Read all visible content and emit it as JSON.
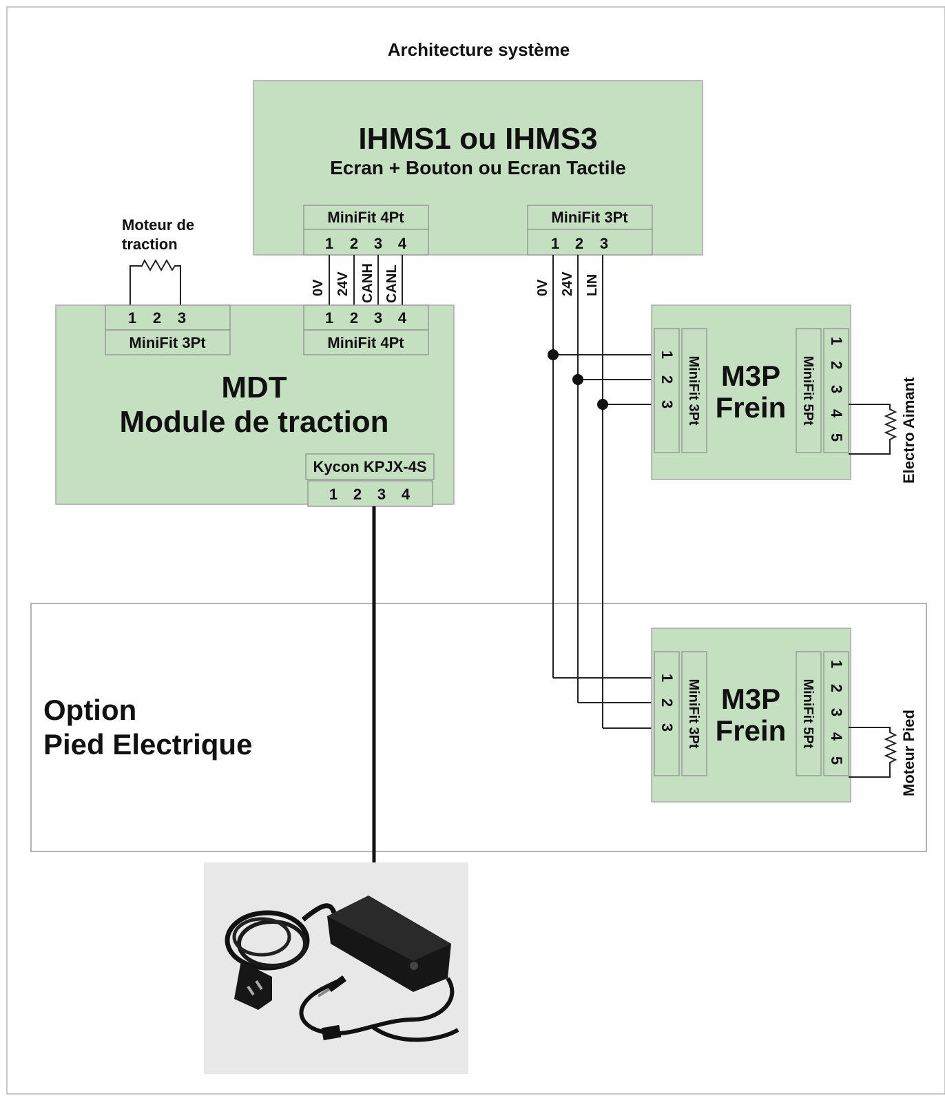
{
  "title": "Architecture système",
  "ihms": {
    "title": "IHMS1 ou IHMS3",
    "subtitle": "Ecran + Bouton ou Ecran Tactile",
    "connector_4pt": {
      "name": "MiniFit 4Pt",
      "pins": [
        "1",
        "2",
        "3",
        "4"
      ],
      "signals": [
        "0V",
        "24V",
        "CANH",
        "CANL"
      ]
    },
    "connector_3pt": {
      "name": "MiniFit 3Pt",
      "pins": [
        "1",
        "2",
        "3"
      ],
      "signals": [
        "0V",
        "24V",
        "LIN"
      ]
    }
  },
  "motor_traction_label": [
    "Moteur de",
    "traction"
  ],
  "mdt": {
    "title": "MDT",
    "subtitle": "Module de traction",
    "connector_3pt": {
      "name": "MiniFit 3Pt",
      "pins": [
        "1",
        "2",
        "3"
      ]
    },
    "connector_4pt": {
      "name": "MiniFit 4Pt",
      "pins": [
        "1",
        "2",
        "3",
        "4"
      ]
    },
    "connector_kycon": {
      "name": "Kycon KPJX-4S",
      "pins": [
        "1",
        "2",
        "3",
        "4"
      ]
    }
  },
  "m3p_brake": {
    "title": "M3P",
    "subtitle": "Frein",
    "left_connector": {
      "name": "MiniFit 3Pt",
      "pins": [
        "1",
        "2",
        "3"
      ]
    },
    "right_connector": {
      "name": "MiniFit 5Pt",
      "pins": [
        "1",
        "2",
        "3",
        "4",
        "5"
      ]
    },
    "load_label": "Electro Aimant"
  },
  "option": {
    "line1": "Option",
    "line2": "Pied Electrique"
  },
  "m3p_foot": {
    "title": "M3P",
    "subtitle": "Frein",
    "left_connector": {
      "name": "MiniFit 3Pt",
      "pins": [
        "1",
        "2",
        "3"
      ]
    },
    "right_connector": {
      "name": "MiniFit 5Pt",
      "pins": [
        "1",
        "2",
        "3",
        "4",
        "5"
      ]
    },
    "load_label": "Moteur Pied"
  },
  "colors": {
    "module_fill": "#c5e0c1",
    "border": "#a9a9a9",
    "wire": "#222222"
  }
}
